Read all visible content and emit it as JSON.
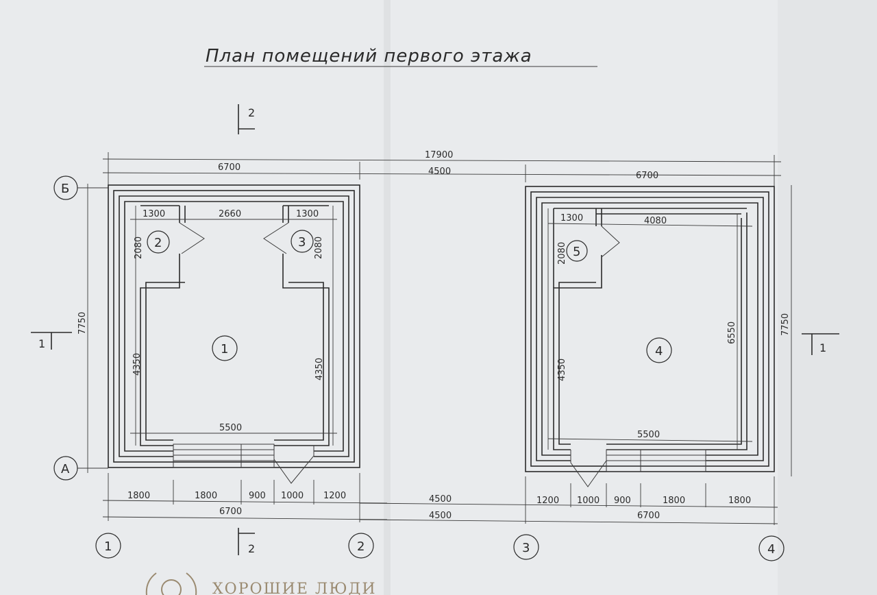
{
  "title": "План помещений первого этажа",
  "section_marks": {
    "top": "2",
    "bottom": "2",
    "left": "1",
    "right": "1"
  },
  "axes": {
    "row_top": "Б",
    "row_bottom": "А",
    "cols": [
      "1",
      "2",
      "3",
      "4"
    ]
  },
  "overall": {
    "total": "17900",
    "left_w": "6700",
    "gap": "4500",
    "right_w": "6700",
    "height_left": "7750",
    "height_right": "7750"
  },
  "left_building": {
    "top_dims": [
      "1300",
      "2660",
      "1300"
    ],
    "side_dims": [
      "2080",
      "2080",
      "4350",
      "4350"
    ],
    "inner_width": "5500",
    "bottom_dims": [
      "1800",
      "1800",
      "900",
      "1000",
      "1200"
    ],
    "rooms": [
      "1",
      "2",
      "3"
    ]
  },
  "right_building": {
    "top_dims": [
      "1300",
      "4080"
    ],
    "side_dims": [
      "2080",
      "4350",
      "6550"
    ],
    "inner_width": "5500",
    "bottom_dims": [
      "1200",
      "1000",
      "900",
      "1800",
      "1800"
    ],
    "rooms": [
      "4",
      "5"
    ]
  },
  "bottom_overall": {
    "left": "6700",
    "gap_a": "4500",
    "gap_b": "4500",
    "right": "6700"
  },
  "watermark": "ХОРОШИЕ ЛЮДИ",
  "colors": {
    "paper": "#e8eaec",
    "ink": "#2a2a2a",
    "watermark": "#9a8a70"
  }
}
